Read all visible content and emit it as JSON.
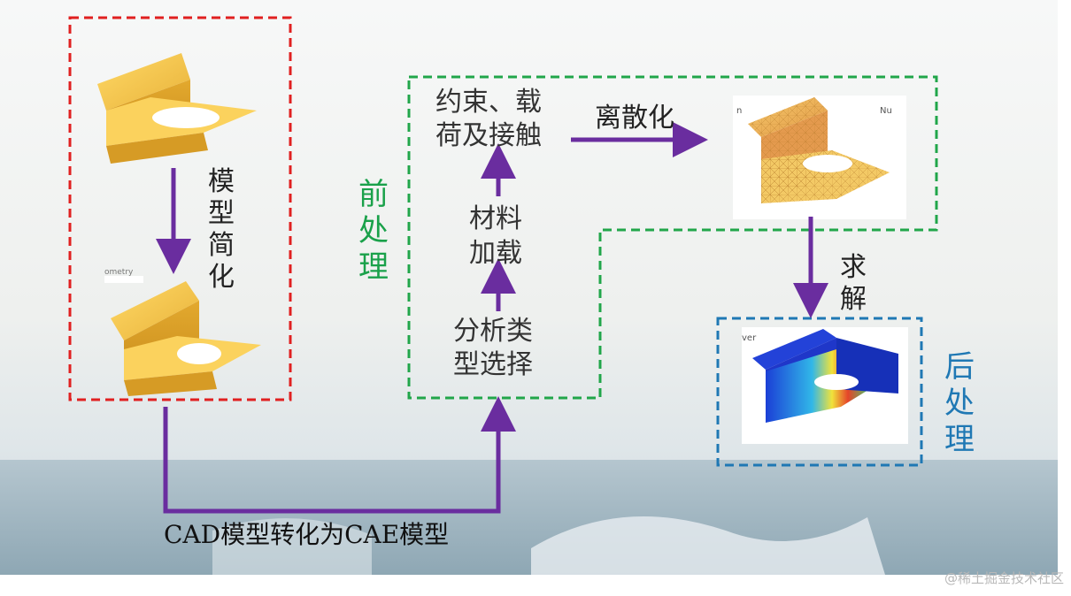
{
  "colors": {
    "red_box": "#e02020",
    "green_box": "#21a64a",
    "blue_box": "#1f78b4",
    "arrow": "#6a2d9f",
    "green_text": "#1aa14a",
    "blue_text": "#1f78b4"
  },
  "labels": {
    "simplify": "模型简化",
    "constraints_line1": "约束、载",
    "constraints_line2": "荷及接触",
    "material_line1": "材料",
    "material_line2": "加载",
    "analysis_line1": "分析类",
    "analysis_line2": "型选择",
    "preprocess": "前处理",
    "discretize": "离散化",
    "solve": "求解",
    "postprocess": "后处理",
    "cad_to_cae": "CAD模型转化为CAE模型",
    "mesh_caption_left": "n",
    "mesh_caption_right": "Nu",
    "result_caption": "ver",
    "small_caption": "ometry",
    "watermark": "@稀土掘金技术社区"
  }
}
